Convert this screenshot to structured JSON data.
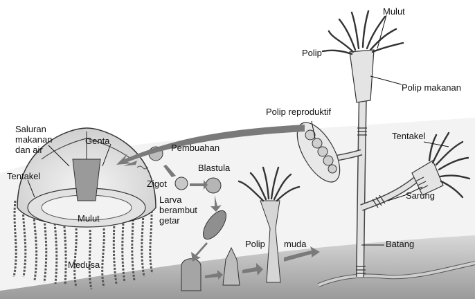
{
  "labels": {
    "mulut_top": "Mulut",
    "polip": "Polip",
    "polip_makanan": "Polip makanan",
    "polip_reproduktif": "Polip reproduktif",
    "tentakel_right": "Tentakel",
    "sarung": "Sarung",
    "batang": "Batang",
    "saluran_1": "Saluran",
    "saluran_2": "makanan",
    "saluran_3": "dan air",
    "genta": "Genta",
    "pembuahan": "Pembuahan",
    "tentakel_left": "Tentakel",
    "blastula": "Blastula",
    "zigot": "Zigot",
    "larva_1": "Larva",
    "larva_2": "berambut",
    "larva_3": "getar",
    "mulut_medusa": "Mulut",
    "medusa": "Medusa",
    "polip_muda_1": "Polip",
    "polip_muda_2": "muda"
  }
}
